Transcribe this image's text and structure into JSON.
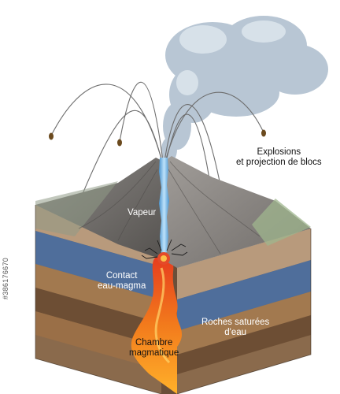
{
  "labels": {
    "explosions_line1": "Explosions",
    "explosions_line2": "et projection de blocs",
    "vapeur": "Vapeur",
    "contact_line1": "Contact",
    "contact_line2": "eau-magma",
    "roches_line1": "Roches saturées",
    "roches_line2": "d'eau",
    "chambre_line1": "Chambre",
    "chambre_line2": "magmatique"
  },
  "watermark": "#386176670",
  "colors": {
    "cloud": "#b7c6d3",
    "ash_grey": "#6c6a68",
    "water_conduit": "#6cb4e4",
    "magma": "#f2781e",
    "layer_blue": "#4f6e9b",
    "layer_brown": "#8a6a4c",
    "grass": "#9fb68d"
  }
}
